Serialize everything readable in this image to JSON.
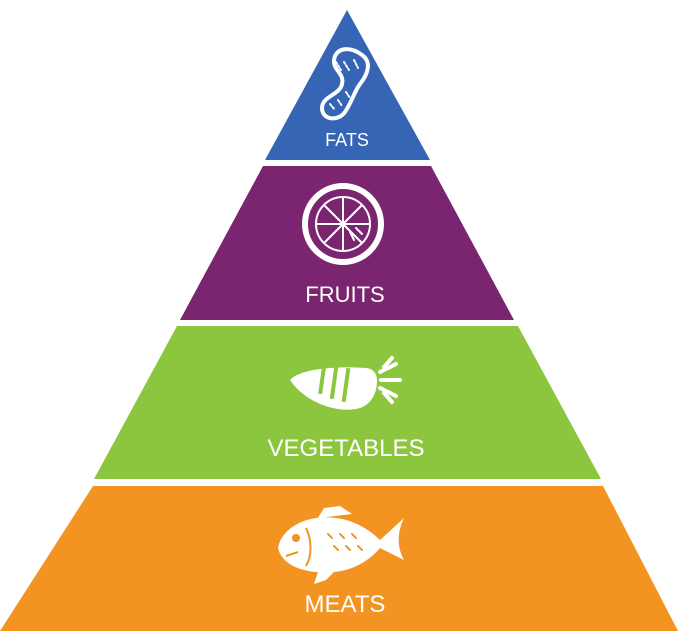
{
  "tiers": [
    {
      "key": "fats",
      "label": "FATS",
      "color": "#3565B4",
      "icon": "peanut-icon"
    },
    {
      "key": "fruits",
      "label": "FRUITS",
      "color": "#7B2470",
      "icon": "citrus-slice-icon"
    },
    {
      "key": "vegetables",
      "label": "VEGETABLES",
      "color": "#8CC63F",
      "icon": "carrot-icon"
    },
    {
      "key": "meats",
      "label": "MEATS",
      "color": "#F39321",
      "icon": "fish-icon"
    }
  ]
}
